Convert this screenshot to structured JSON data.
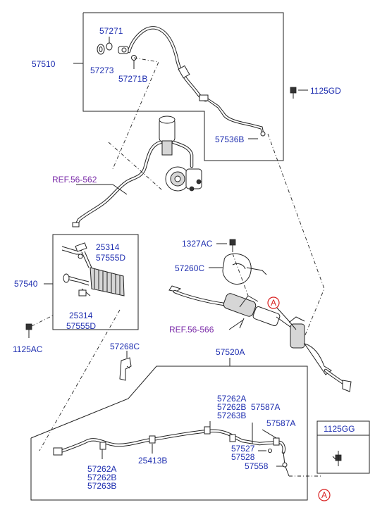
{
  "labels": {
    "p57271": "57271",
    "p57273": "57273",
    "p57271B": "57271B",
    "p57510": "57510",
    "p1125GD": "1125GD",
    "p57536B": "57536B",
    "ref1": "REF.56-562",
    "p25314a": "25314",
    "p57555Da": "57555D",
    "p57540": "57540",
    "p25314b": "25314",
    "p57555Db": "57555D",
    "p1125AC": "1125AC",
    "p1327AC": "1327AC",
    "p57260C": "57260C",
    "circleA1": "A",
    "ref2": "REF.56-566",
    "p57268C": "57268C",
    "p57520A": "57520A",
    "p57262Aa": "57262A",
    "p57262Ba": "57262B",
    "p57587Aa": "57587A",
    "p57263Ba": "57263B",
    "p57587Ab": "57587A",
    "p1125GG": "1125GG",
    "p57527": "57527",
    "p57528": "57528",
    "p57558": "57558",
    "p25413B": "25413B",
    "p57262Ab": "57262A",
    "p57262Bb": "57262B",
    "p57263Bb": "57263B",
    "circleA2": "A"
  },
  "colors": {
    "label": "#1f2fb0",
    "reference": "#7a2aa8",
    "marker": "#d81e1e",
    "line": "#222222"
  }
}
